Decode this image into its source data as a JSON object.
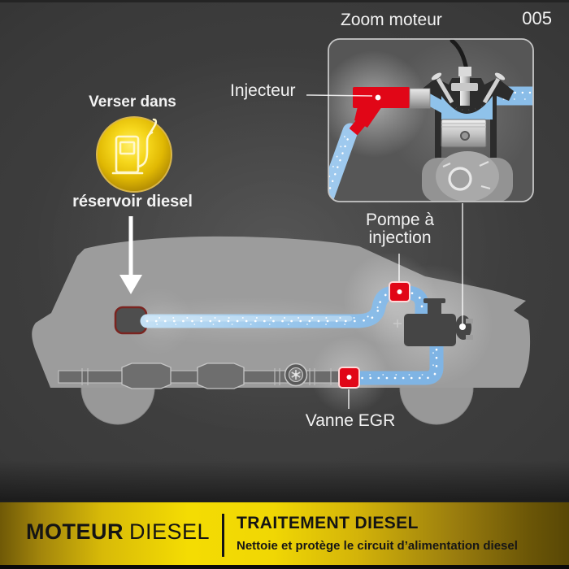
{
  "page": {
    "number": "005"
  },
  "inset": {
    "title": "Zoom moteur",
    "injector_label": "Injecteur"
  },
  "tank_callout": {
    "top_label": "Verser dans",
    "bottom_label": "réservoir diesel"
  },
  "callouts": {
    "pump_line1": "Pompe à",
    "pump_line2": "injection",
    "egr": "Vanne EGR"
  },
  "banner": {
    "brand_strong": "MOTEUR",
    "brand_light": "DIESEL",
    "title": "TRAITEMENT DIESEL",
    "subtitle": "Nettoie et protège le circuit d’alimentation diesel"
  },
  "icons": {
    "fuel_pump": "fuel-pump-icon",
    "down_arrow": "down-arrow-icon",
    "turbo": "turbo-wheel-icon"
  },
  "colors": {
    "background": "#3a3a3a",
    "car_gray": "#9c9c9c",
    "accent_red": "#e10617",
    "fluid_blue": "#8abde8",
    "gold": "#f2d903",
    "text_light": "#f2f2f2",
    "text_dark": "#141414"
  }
}
